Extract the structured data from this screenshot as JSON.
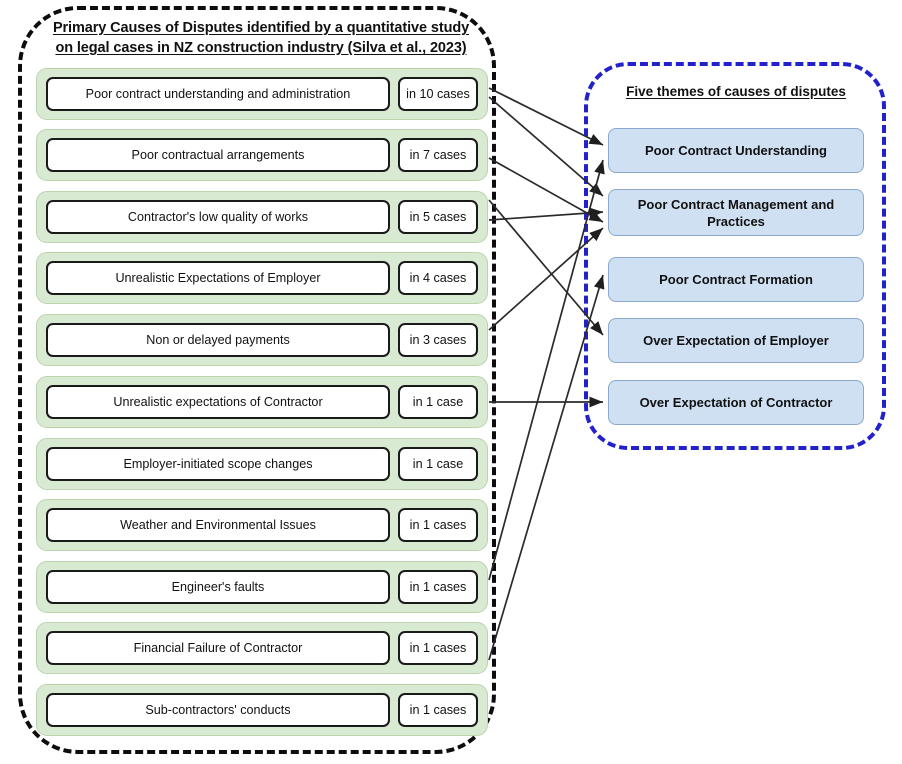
{
  "left_panel": {
    "title": "Primary Causes of Disputes identified by a quantitative study on legal cases in NZ construction industry (Silva et al., 2023)",
    "title_line1": "Primary Causes of Disputes identified by a quantitative study",
    "title_line2": "on legal cases in NZ construction industry (Silva et al., 2023)",
    "border_color": "#0d0d0d",
    "row_fill_color": "#d9ead3",
    "causes": [
      {
        "label": "Poor contract understanding and administration",
        "count": "in 10 cases",
        "cases": 10
      },
      {
        "label": "Poor contractual arrangements",
        "count": "in 7 cases",
        "cases": 7
      },
      {
        "label": "Contractor's low quality of works",
        "count": "in 5 cases",
        "cases": 5
      },
      {
        "label": "Unrealistic Expectations of Employer",
        "count": "in 4 cases",
        "cases": 4
      },
      {
        "label": "Non or delayed payments",
        "count": "in 3 cases",
        "cases": 3
      },
      {
        "label": "Unrealistic expectations of Contractor",
        "count": "in 1 case",
        "cases": 1
      },
      {
        "label": "Employer-initiated scope changes",
        "count": "in 1 case",
        "cases": 1
      },
      {
        "label": "Weather and Environmental Issues",
        "count": "in 1 cases",
        "cases": 1
      },
      {
        "label": "Engineer's faults",
        "count": "in 1 cases",
        "cases": 1
      },
      {
        "label": "Financial Failure of Contractor",
        "count": "in 1 cases",
        "cases": 1
      },
      {
        "label": "Sub-contractors' conducts",
        "count": "in 1 cases",
        "cases": 1
      }
    ]
  },
  "right_panel": {
    "title": "Five themes of causes of disputes",
    "border_color": "#2222cc",
    "box_fill_color": "#cfe0f3",
    "themes": [
      {
        "label": "Poor Contract Understanding"
      },
      {
        "label": "Poor Contract Management and Practices"
      },
      {
        "label": "Poor Contract Formation"
      },
      {
        "label": "Over Expectation of Employer"
      },
      {
        "label": "Over Expectation of Contractor"
      }
    ]
  },
  "connections": [
    {
      "from": "Poor contract understanding and administration",
      "to": "Poor Contract Understanding"
    },
    {
      "from": "Poor contract understanding and administration",
      "to": "Poor Contract Management and Practices"
    },
    {
      "from": "Poor contractual arrangements",
      "to": "Poor Contract Management and Practices"
    },
    {
      "from": "Contractor's low quality of works",
      "to": "Poor Contract Management and Practices"
    },
    {
      "from": "Unrealistic Expectations of Employer",
      "to": "Over Expectation of Employer"
    },
    {
      "from": "Non or delayed payments",
      "to": "Poor Contract Management and Practices"
    },
    {
      "from": "Unrealistic expectations of Contractor",
      "to": "Over Expectation of Contractor"
    },
    {
      "from": "Engineer's faults",
      "to": "Poor Contract Understanding"
    },
    {
      "from": "Financial Failure of Contractor",
      "to": "Poor Contract Formation"
    }
  ]
}
